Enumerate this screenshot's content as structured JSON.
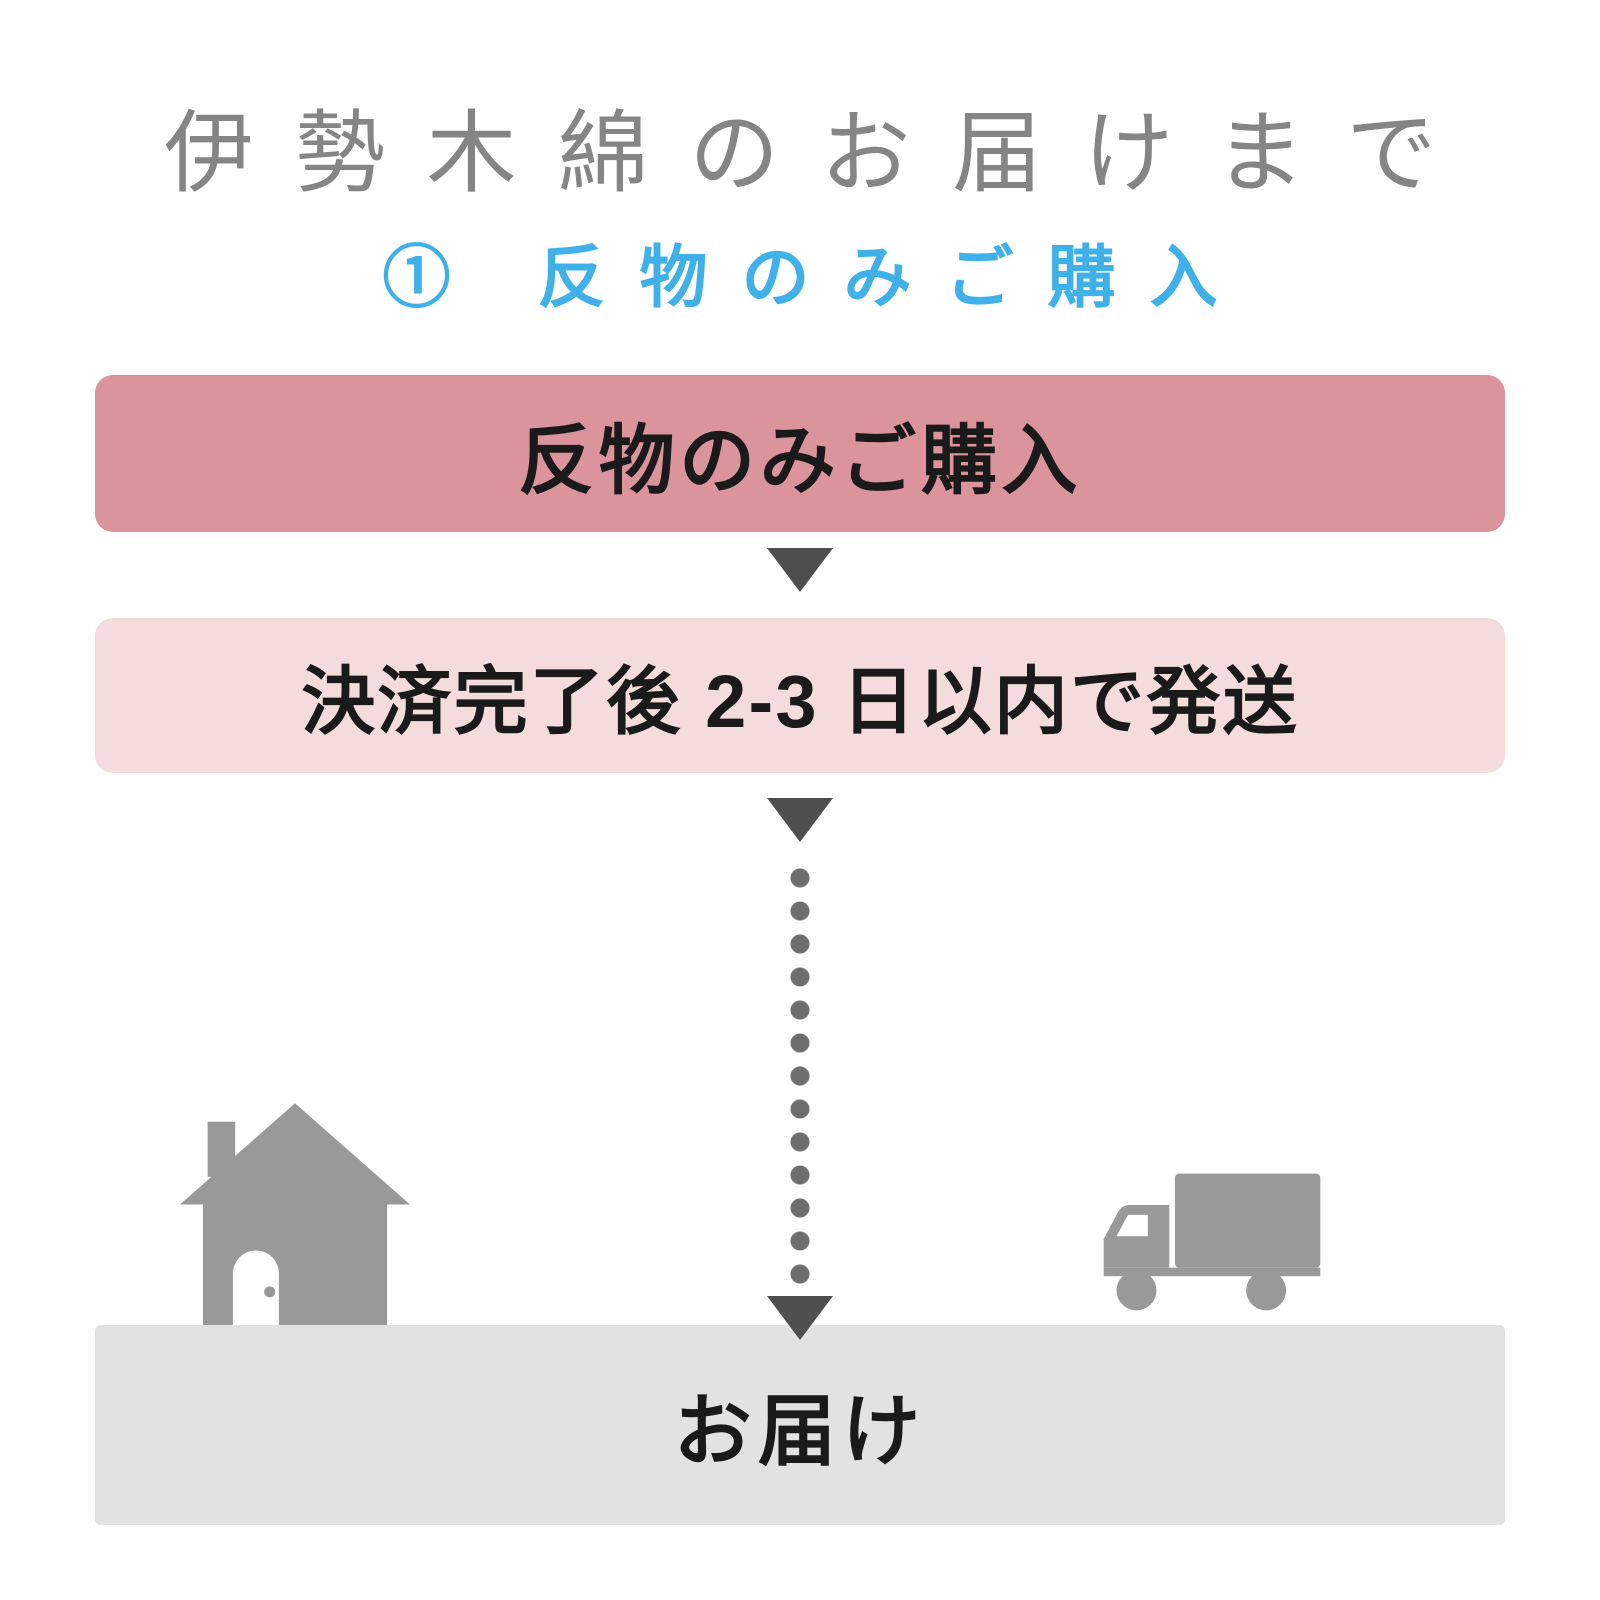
{
  "page": {
    "title": "伊勢木綿のお届けまで",
    "subtitle": "① 反物のみご購入"
  },
  "flow": {
    "step1_label": "反物のみご購入",
    "step2_label": "決済完了後 2-3 日以内で発送",
    "delivery_label": "お届け"
  },
  "icons": {
    "house": "house-icon",
    "truck": "truck-icon",
    "arrow": "arrow-down-icon",
    "dots": "dotted-line"
  },
  "colors": {
    "title_gray": "#858585",
    "accent_blue": "#3fb0e8",
    "step1_bg": "#db949c",
    "step2_bg": "#f3dcdb",
    "step3_bg": "#e2e2e2",
    "arrow_gray": "#4f4f4f",
    "dot_gray": "#6e6e6e",
    "icon_gray": "#999999"
  }
}
